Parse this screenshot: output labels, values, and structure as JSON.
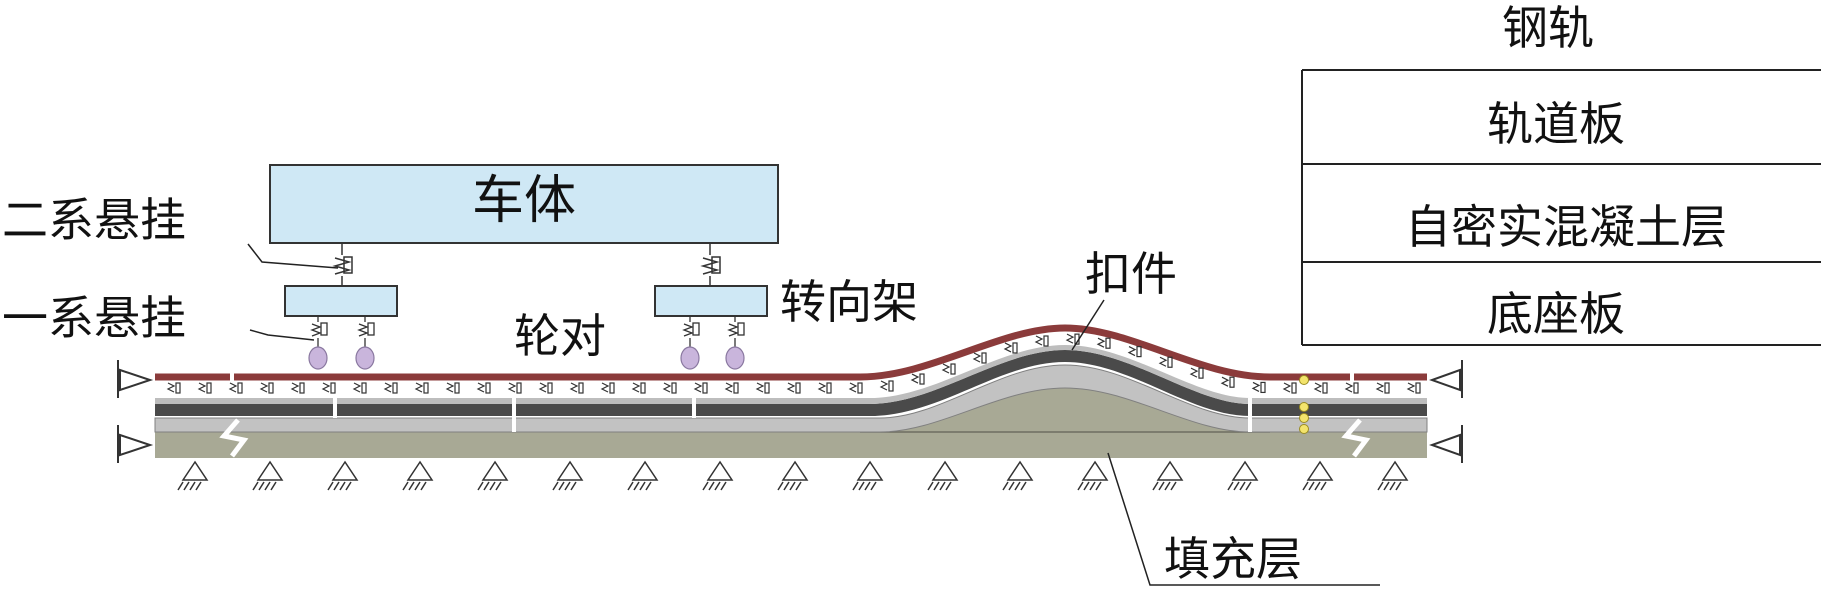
{
  "labels": {
    "car_body": "车体",
    "secondary_suspension": "二系悬挂",
    "primary_suspension": "一系悬挂",
    "wheelset": "轮对",
    "bogie": "转向架",
    "fastener": "扣件",
    "filling_layer": "填充层"
  },
  "legend": {
    "rows": [
      "钢轨",
      "轨道板",
      "自密实混凝土层",
      "底座板"
    ]
  },
  "colors": {
    "rail": "#8b3b3b",
    "track_slab": "#4a4a4a",
    "scc_layer": "#bcbcbc",
    "base_plate": "#a8a995",
    "vehicle_fill": "#cfe8f5",
    "wheel_fill": "#c9b5dc"
  }
}
